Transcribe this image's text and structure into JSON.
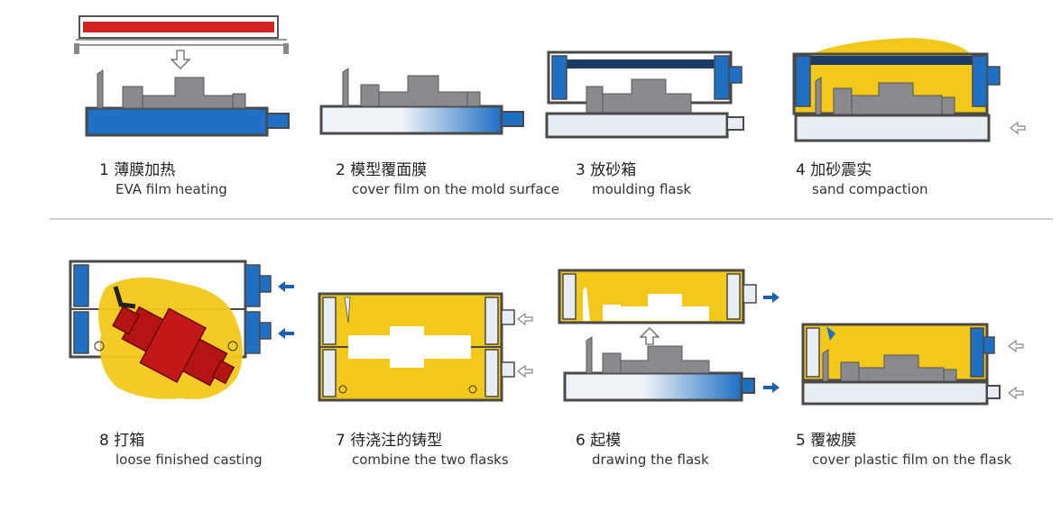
{
  "steps": [
    {
      "num": "1",
      "zh": "薄膜加热",
      "en": "EVA film heating"
    },
    {
      "num": "2",
      "zh": "模型覆面膜",
      "en": "cover film on the mold surface"
    },
    {
      "num": "3",
      "zh": "放砂箱",
      "en": "moulding flask"
    },
    {
      "num": "4",
      "zh": "加砂震实",
      "en": "sand compaction"
    },
    {
      "num": "8",
      "zh": "打箱",
      "en": "loose finished casting"
    },
    {
      "num": "7",
      "zh": "待浇注的铸型",
      "en": "combine the two flasks"
    },
    {
      "num": "6",
      "zh": "起模",
      "en": "drawing the flask"
    },
    {
      "num": "5",
      "zh": "覆被膜",
      "en": "cover plastic film on the flask"
    }
  ],
  "colors": {
    "frame": "#4a4a4a",
    "pattern_gray": "#8a8a8e",
    "blue": "#1f6fc4",
    "light_plate": "#e7eef3",
    "sand": "#f2c81a",
    "heater_red": "#d42323",
    "casting_red": "#b41414",
    "arrow_blue": "#1f5fb0",
    "divider": "#d0d0d0"
  }
}
